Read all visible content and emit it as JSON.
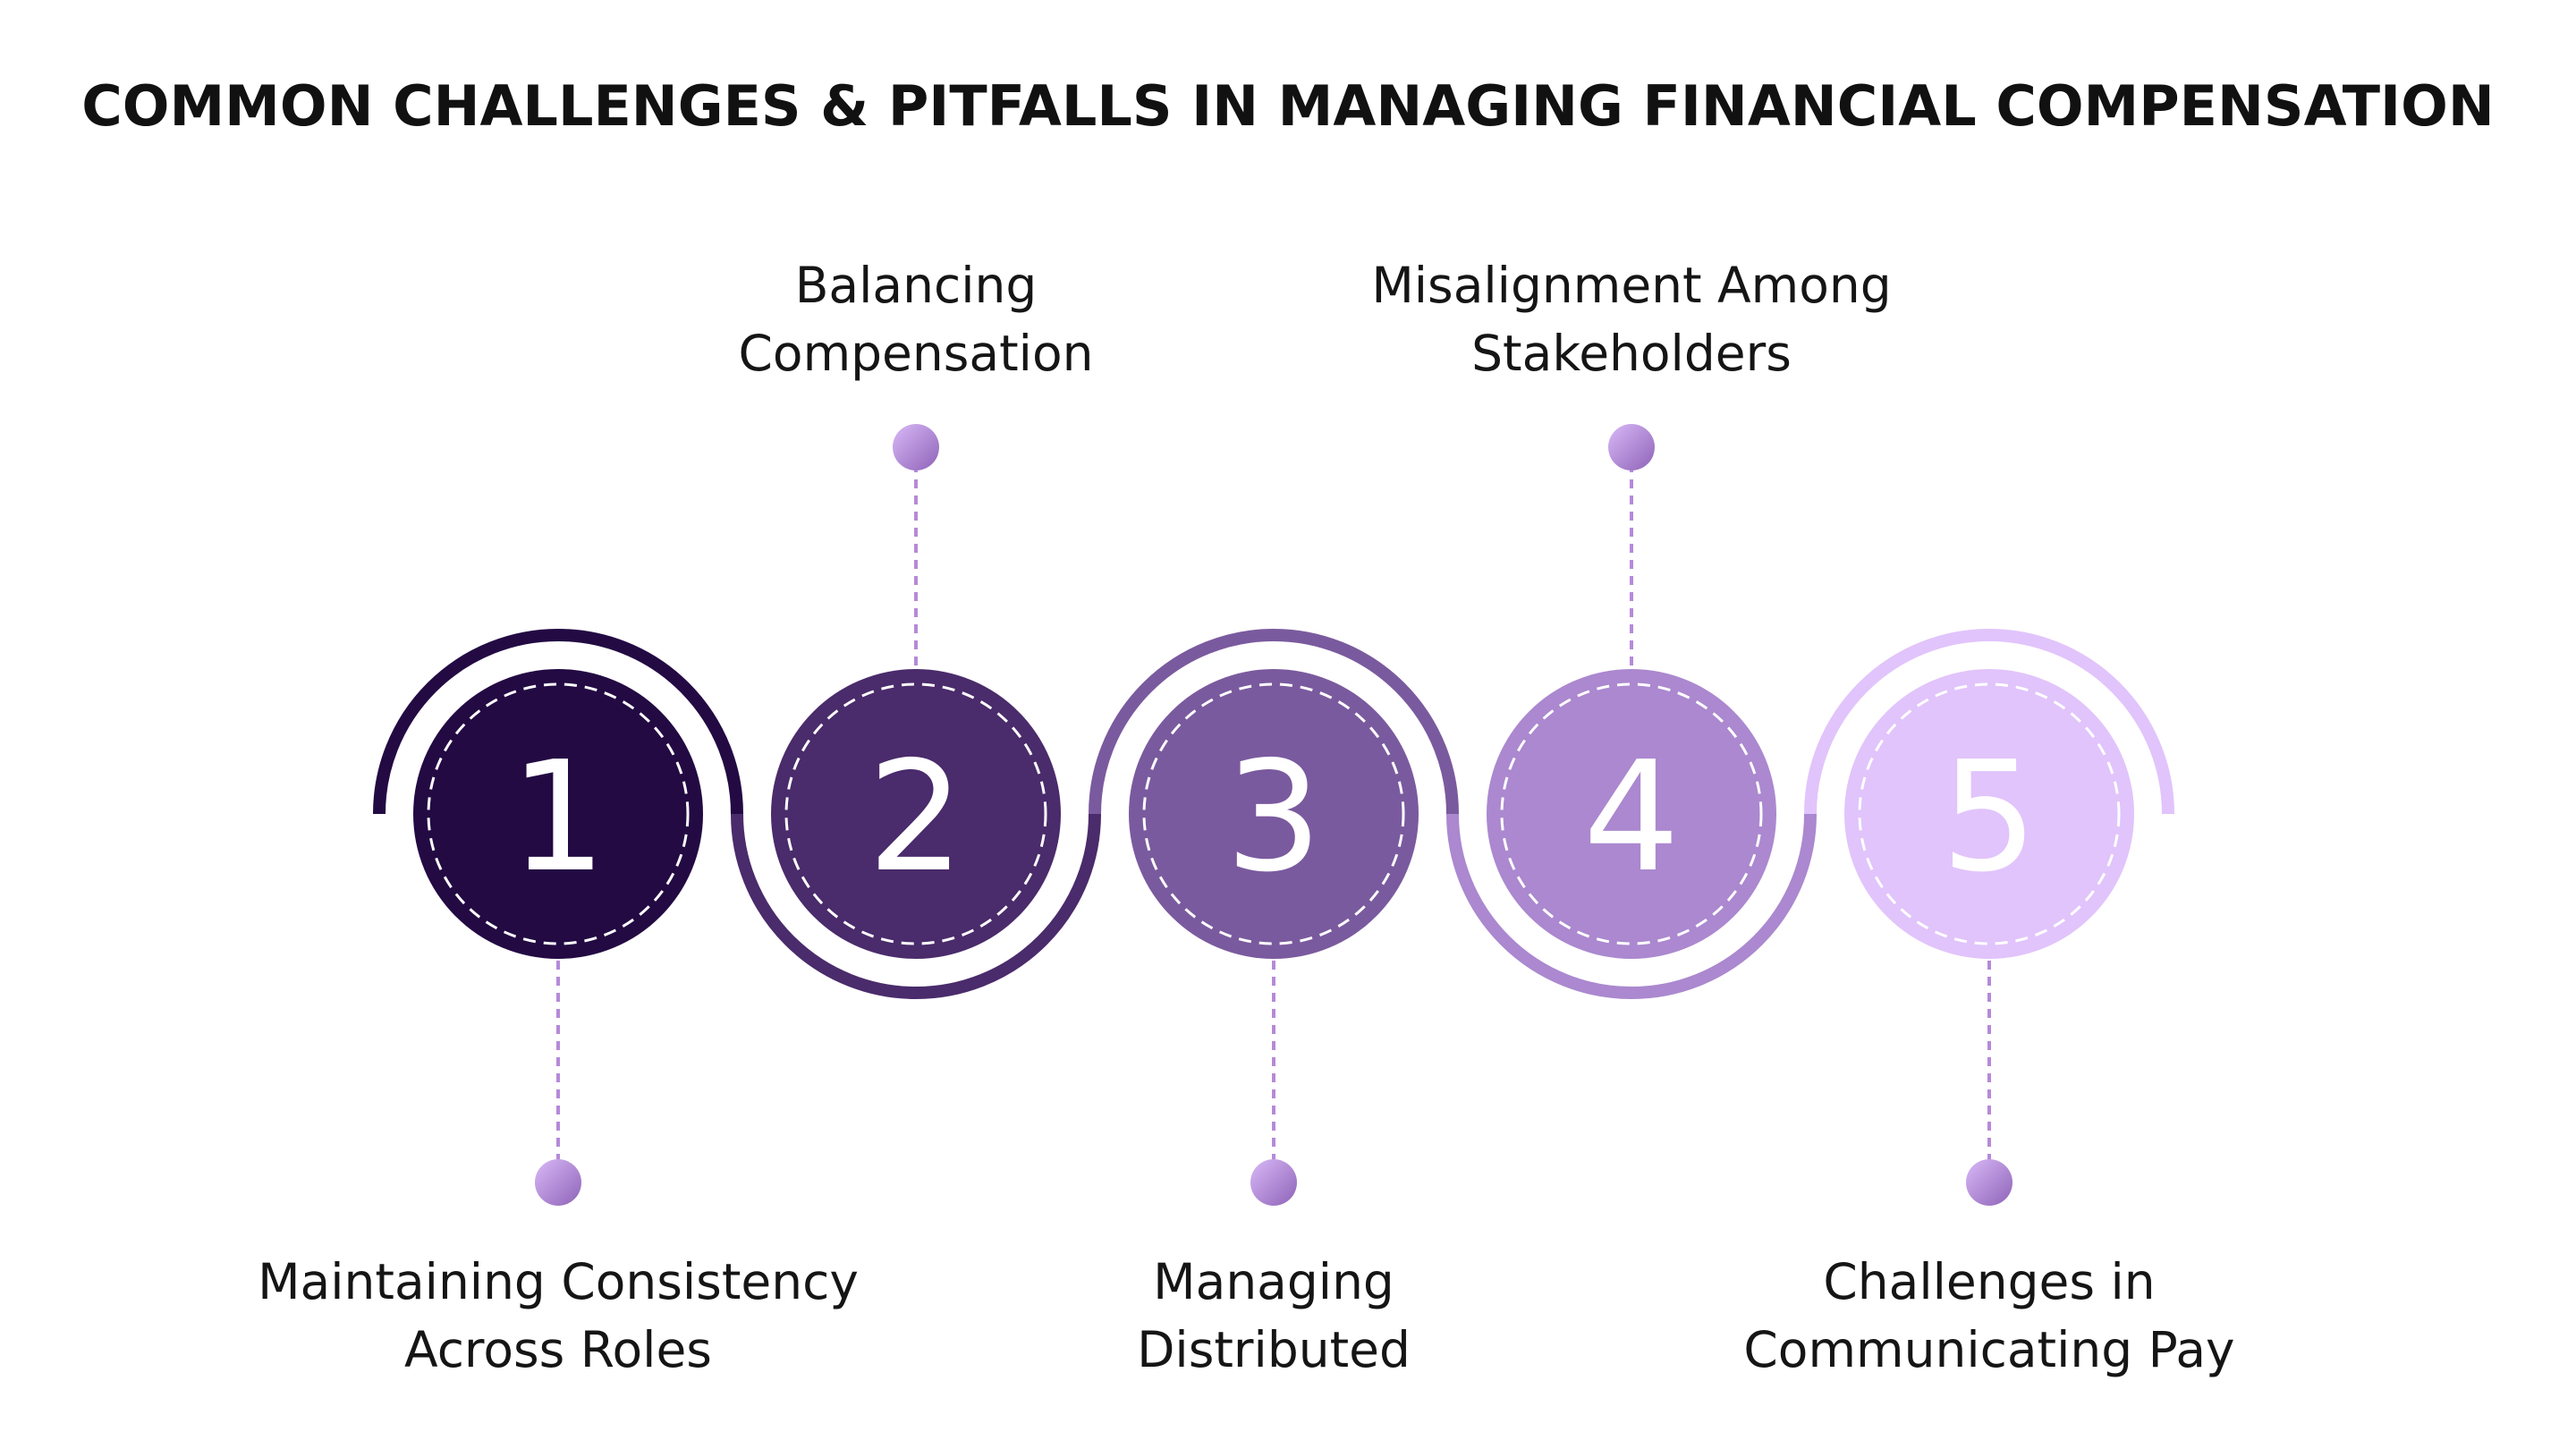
{
  "title": "COMMON CHALLENGES & PITFALLS IN MANAGING FINANCIAL COMPENSATION",
  "colors": {
    "background": "#ffffff",
    "title": "#111111",
    "label": "#151515",
    "connector": "#b58ad9"
  },
  "steps": [
    {
      "number": "1",
      "label_lines": [
        "Maintaining Consistency",
        "Across Roles"
      ],
      "label_position": "bottom",
      "color": "#230a43"
    },
    {
      "number": "2",
      "label_lines": [
        "Balancing",
        "Compensation"
      ],
      "label_position": "top",
      "color": "#4a2b6b"
    },
    {
      "number": "3",
      "label_lines": [
        "Managing",
        "Distributed"
      ],
      "label_position": "bottom",
      "color": "#7a5a9e"
    },
    {
      "number": "4",
      "label_lines": [
        "Misalignment Among",
        "Stakeholders"
      ],
      "label_position": "top",
      "color": "#ab88cf"
    },
    {
      "number": "5",
      "label_lines": [
        "Challenges in",
        "Communicating Pay"
      ],
      "label_position": "bottom",
      "color": "#e1c4fb"
    }
  ]
}
